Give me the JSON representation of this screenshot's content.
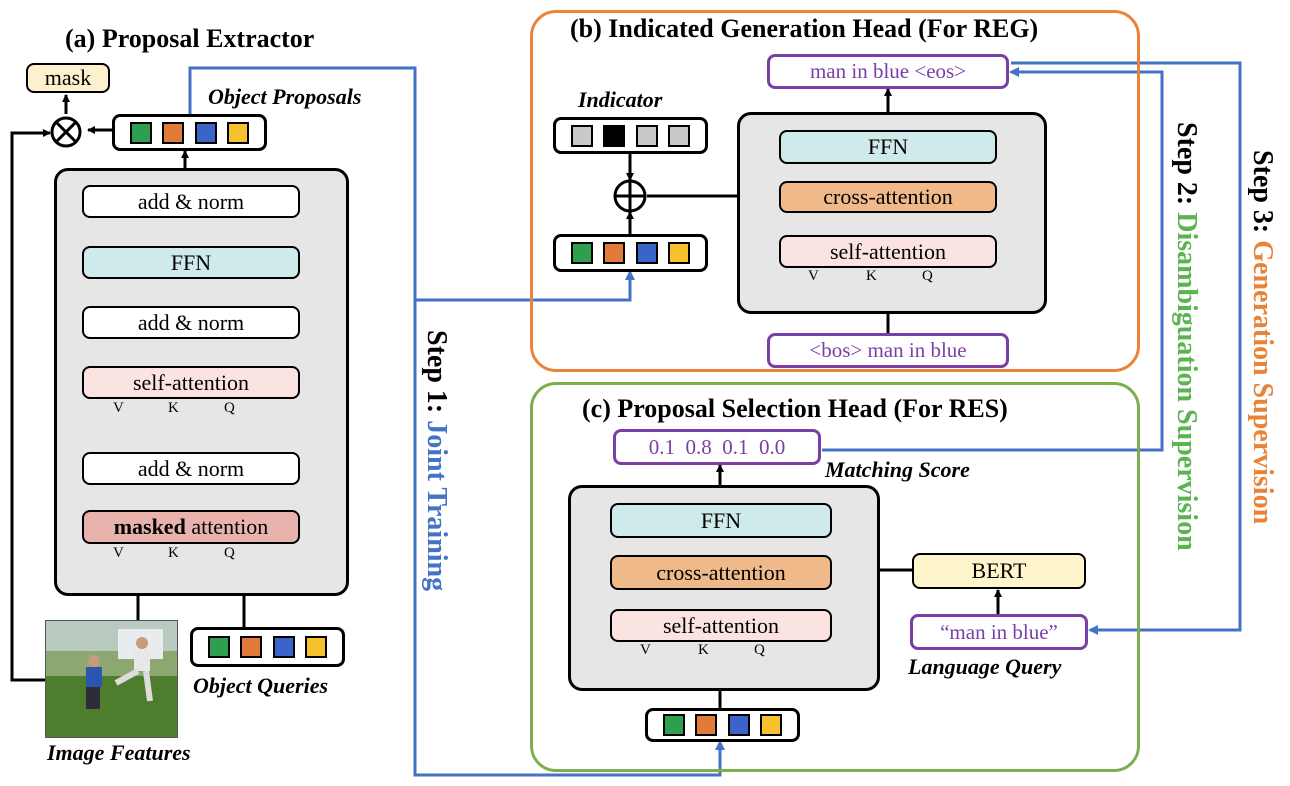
{
  "panel_a": {
    "title": "(a) Proposal Extractor",
    "mask_label": "mask",
    "object_proposals": "Object Proposals",
    "add_norm": "add & norm",
    "ffn": "FFN",
    "self_attention": "self-attention",
    "masked_bold": "masked",
    "masked_rest": " attention",
    "v": "V",
    "k": "K",
    "q": "Q",
    "object_queries": "Object Queries",
    "image_features": "Image Features"
  },
  "panel_b": {
    "title": "(b) Indicated Generation Head (For REG)",
    "indicator": "Indicator",
    "output": "man in blue <eos>",
    "ffn": "FFN",
    "cross_attention": "cross-attention",
    "self_attention": "self-attention",
    "v": "V",
    "k": "K",
    "q": "Q",
    "input": "<bos> man in blue"
  },
  "panel_c": {
    "title": "(c) Proposal Selection Head (For RES)",
    "scores": "0.1  0.8  0.1  0.0",
    "matching_score": "Matching Score",
    "ffn": "FFN",
    "cross_attention": "cross-attention",
    "self_attention": "self-attention",
    "v": "V",
    "k": "K",
    "q": "Q",
    "bert": "BERT",
    "query": "“man in blue”",
    "language_query": "Language Query"
  },
  "steps": {
    "step1_prefix": "Step 1: ",
    "step1_name": "Joint Training",
    "step2_prefix": "Step 2: ",
    "step2_name": "Disambiguation Supervision",
    "step3_prefix": "Step 3: ",
    "step3_name": "Generation Supervision"
  },
  "colors": {
    "token_green": "#2e9e4f",
    "token_orange": "#e07b39",
    "token_blue": "#3a64c8",
    "token_yellow": "#f7c12e",
    "arrow_blue": "#4472c4",
    "panel_b_border": "#e8843a",
    "panel_c_border": "#7cae4c",
    "step1_color": "#4472c4",
    "step2_color": "#5bb450",
    "step3_color": "#e8843a",
    "text_purple": "#7a3fa7"
  }
}
